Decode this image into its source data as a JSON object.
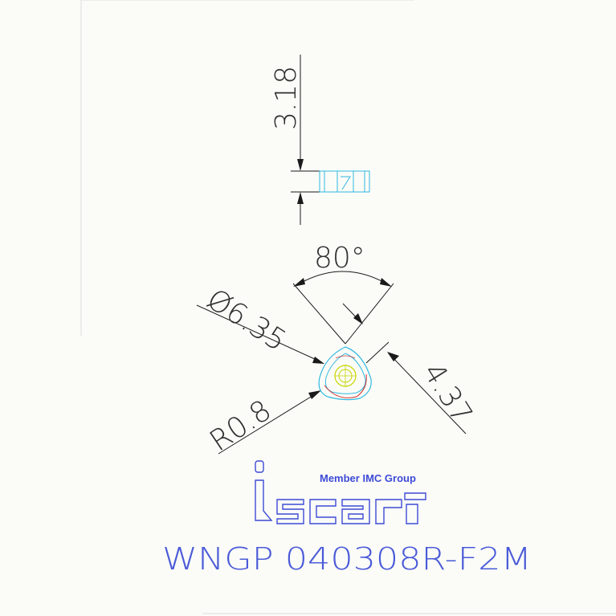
{
  "drawing": {
    "dimensions": {
      "thickness": "3.18",
      "angle": "80°",
      "diameter": "Ø6.35",
      "corner_radius": "R0.8",
      "edge_length": "4.37"
    },
    "logo": {
      "member_text": "Member IMC Group",
      "brand_color": "#3d4ad6"
    },
    "part_number": "WNGP 040308R-F2M",
    "colors": {
      "background": "#fbfcf8",
      "dimension_line": "#1a1a1a",
      "insert_outline": "#32b8e0",
      "insert_inner": "#c8d400",
      "corner_red": "#d03030",
      "part_number": "#4a5ad8"
    }
  }
}
